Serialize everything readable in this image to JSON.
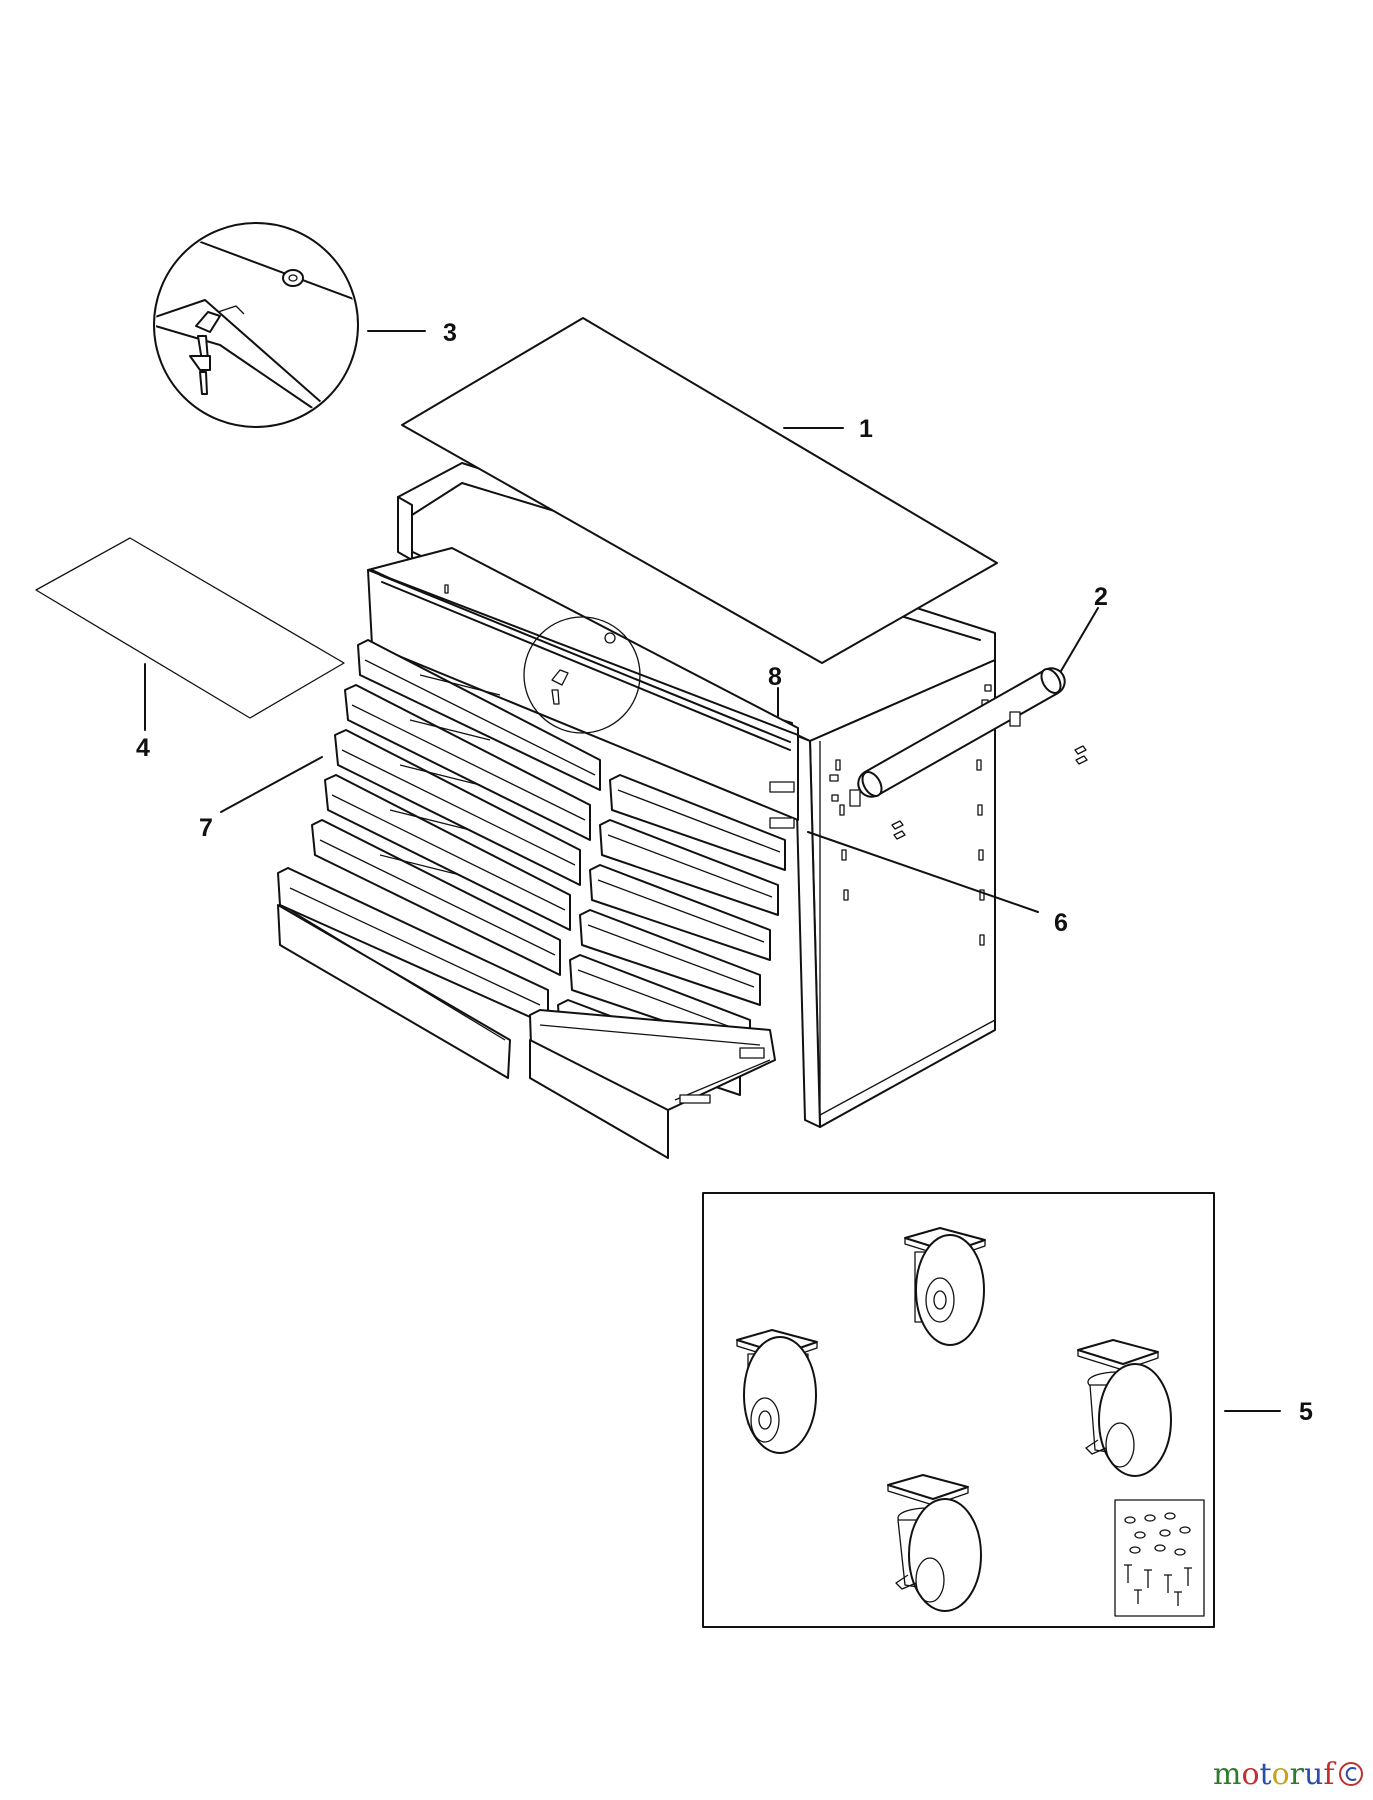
{
  "callouts": [
    {
      "id": "1",
      "label": "1"
    },
    {
      "id": "2",
      "label": "2"
    },
    {
      "id": "3",
      "label": "3"
    },
    {
      "id": "4",
      "label": "4"
    },
    {
      "id": "5",
      "label": "5"
    },
    {
      "id": "6",
      "label": "6"
    },
    {
      "id": "7",
      "label": "7"
    },
    {
      "id": "8",
      "label": "8"
    }
  ],
  "watermark": {
    "parts": [
      "m",
      "o",
      "t",
      "o",
      "r",
      "u",
      "f"
    ],
    "colors": [
      "#2c7a2c",
      "#c03030",
      "#2b4fa8",
      "#c9a020",
      "#2c7a2c",
      "#2b4fa8",
      "#c03030"
    ]
  },
  "icons": [
    "copyright-icon"
  ]
}
